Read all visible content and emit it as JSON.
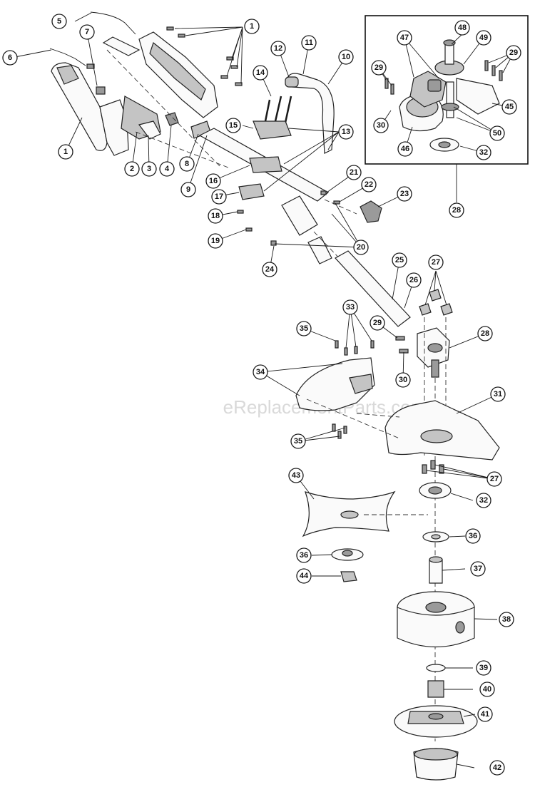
{
  "watermark": "eReplacementParts.com",
  "callouts": [
    {
      "id": "c1a",
      "label": "1"
    },
    {
      "id": "c1b",
      "label": "1"
    },
    {
      "id": "c2",
      "label": "2"
    },
    {
      "id": "c3",
      "label": "3"
    },
    {
      "id": "c4",
      "label": "4"
    },
    {
      "id": "c5",
      "label": "5"
    },
    {
      "id": "c6",
      "label": "6"
    },
    {
      "id": "c7",
      "label": "7"
    },
    {
      "id": "c8",
      "label": "8"
    },
    {
      "id": "c9",
      "label": "9"
    },
    {
      "id": "c10",
      "label": "10"
    },
    {
      "id": "c11",
      "label": "11"
    },
    {
      "id": "c12",
      "label": "12"
    },
    {
      "id": "c13",
      "label": "13"
    },
    {
      "id": "c14",
      "label": "14"
    },
    {
      "id": "c15",
      "label": "15"
    },
    {
      "id": "c16",
      "label": "16"
    },
    {
      "id": "c17",
      "label": "17"
    },
    {
      "id": "c18",
      "label": "18"
    },
    {
      "id": "c19",
      "label": "19"
    },
    {
      "id": "c20",
      "label": "20"
    },
    {
      "id": "c21",
      "label": "21"
    },
    {
      "id": "c22",
      "label": "22"
    },
    {
      "id": "c23",
      "label": "23"
    },
    {
      "id": "c24",
      "label": "24"
    },
    {
      "id": "c25",
      "label": "25"
    },
    {
      "id": "c26",
      "label": "26"
    },
    {
      "id": "c27a",
      "label": "27"
    },
    {
      "id": "c27b",
      "label": "27"
    },
    {
      "id": "c28a",
      "label": "28"
    },
    {
      "id": "c28b",
      "label": "28"
    },
    {
      "id": "c29a",
      "label": "29"
    },
    {
      "id": "c29b",
      "label": "29"
    },
    {
      "id": "c29c",
      "label": "29"
    },
    {
      "id": "c30a",
      "label": "30"
    },
    {
      "id": "c30b",
      "label": "30"
    },
    {
      "id": "c31",
      "label": "31"
    },
    {
      "id": "c32a",
      "label": "32"
    },
    {
      "id": "c32b",
      "label": "32"
    },
    {
      "id": "c33",
      "label": "33"
    },
    {
      "id": "c34",
      "label": "34"
    },
    {
      "id": "c35a",
      "label": "35"
    },
    {
      "id": "c35b",
      "label": "35"
    },
    {
      "id": "c36a",
      "label": "36"
    },
    {
      "id": "c36b",
      "label": "36"
    },
    {
      "id": "c37",
      "label": "37"
    },
    {
      "id": "c38",
      "label": "38"
    },
    {
      "id": "c39",
      "label": "39"
    },
    {
      "id": "c40",
      "label": "40"
    },
    {
      "id": "c41",
      "label": "41"
    },
    {
      "id": "c42",
      "label": "42"
    },
    {
      "id": "c43",
      "label": "43"
    },
    {
      "id": "c44",
      "label": "44"
    },
    {
      "id": "c45",
      "label": "45"
    },
    {
      "id": "c46",
      "label": "46"
    },
    {
      "id": "c47",
      "label": "47"
    },
    {
      "id": "c48",
      "label": "48"
    },
    {
      "id": "c49",
      "label": "49"
    },
    {
      "id": "c50",
      "label": "50"
    }
  ]
}
